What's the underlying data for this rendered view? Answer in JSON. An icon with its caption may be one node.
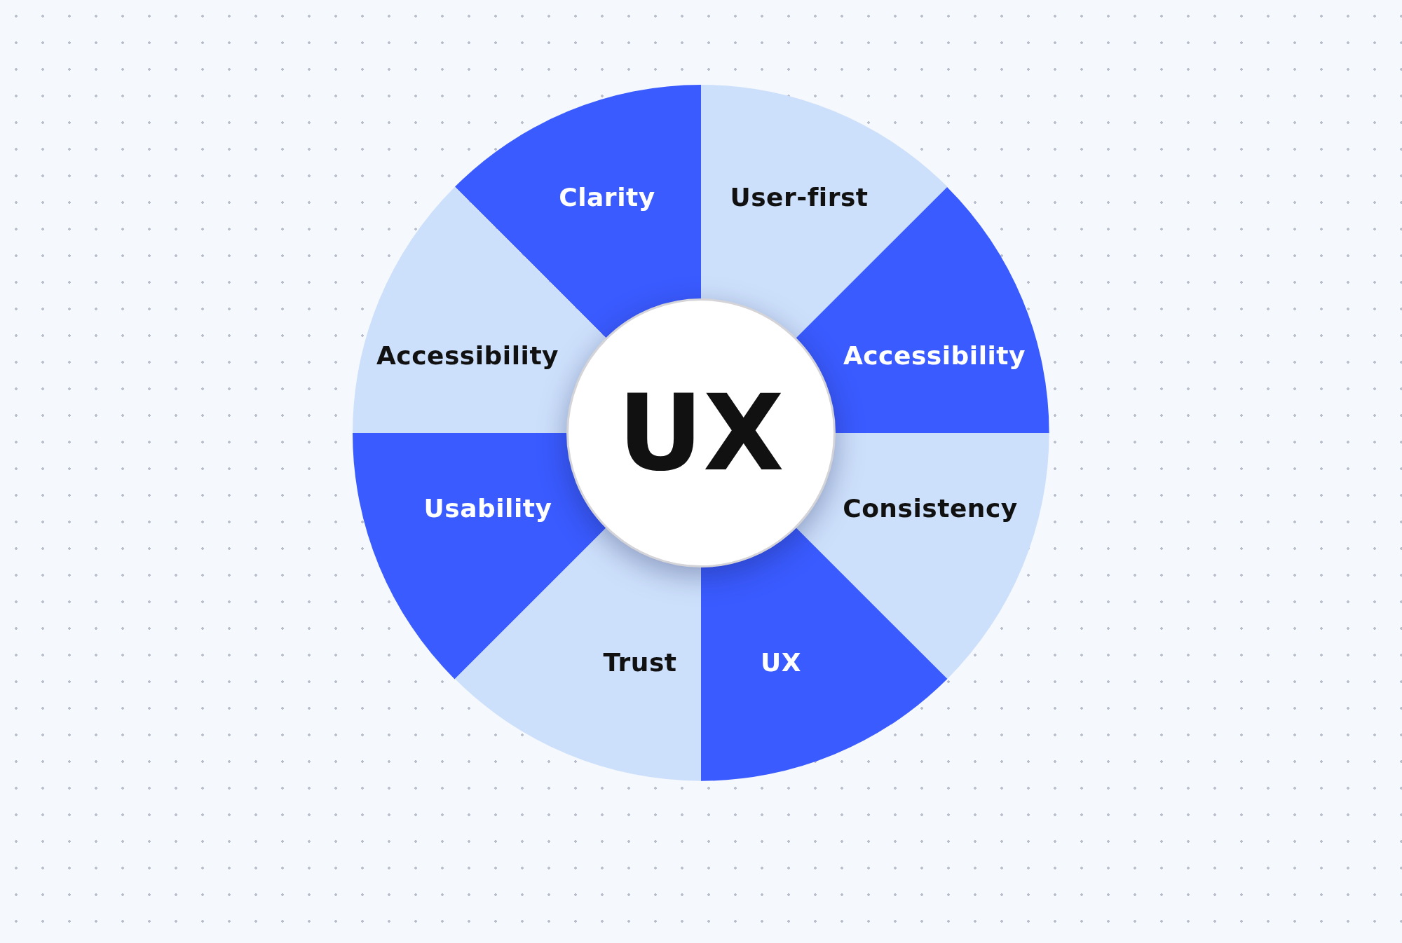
{
  "diagram": {
    "nodes": [
      {
        "text": [
          "Clarity"
        ]
      },
      {
        "text": [
          "User-first"
        ]
      },
      {
        "text": [
          "Accessibility"
        ]
      },
      {
        "text": [
          "Accessibility"
        ]
      },
      {
        "text": [
          "UX"
        ]
      },
      {
        "text": [
          "Usability"
        ]
      },
      {
        "text": [
          "Consistency"
        ]
      },
      {
        "text": [
          "Trust"
        ]
      },
      {
        "text": [
          "UX"
        ]
      }
    ]
  }
}
